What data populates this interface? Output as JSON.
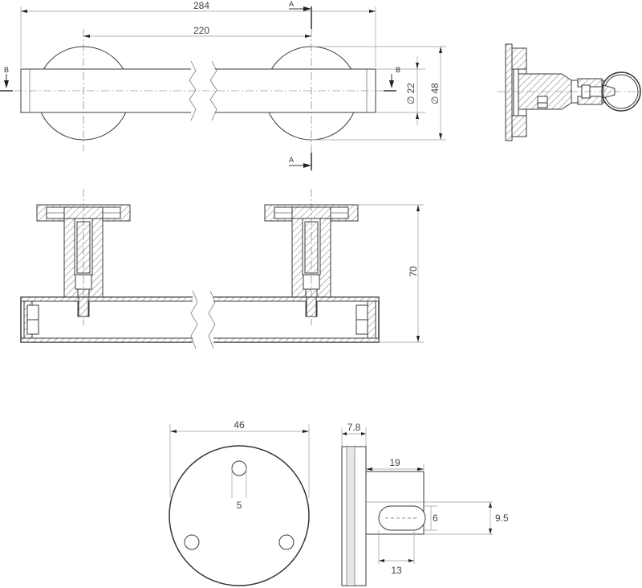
{
  "dimensions": {
    "overall_length": "284",
    "center_distance": "220",
    "tube_diameter": "22",
    "rosette_diameter": "48",
    "projection": "70",
    "base_diameter": "46",
    "base_thickness": "7.8",
    "slot_depth": "19",
    "hole_diameter": "5",
    "slot_width": "6",
    "slot_offset": "9.5",
    "slot_length": "13"
  },
  "section_markers": {
    "a": "A",
    "b": "B"
  },
  "symbols": {
    "diameter": "∅"
  },
  "colors": {
    "line": "#3a3a3a",
    "dimension": "#9a9a9a",
    "hatch": "#555555"
  }
}
